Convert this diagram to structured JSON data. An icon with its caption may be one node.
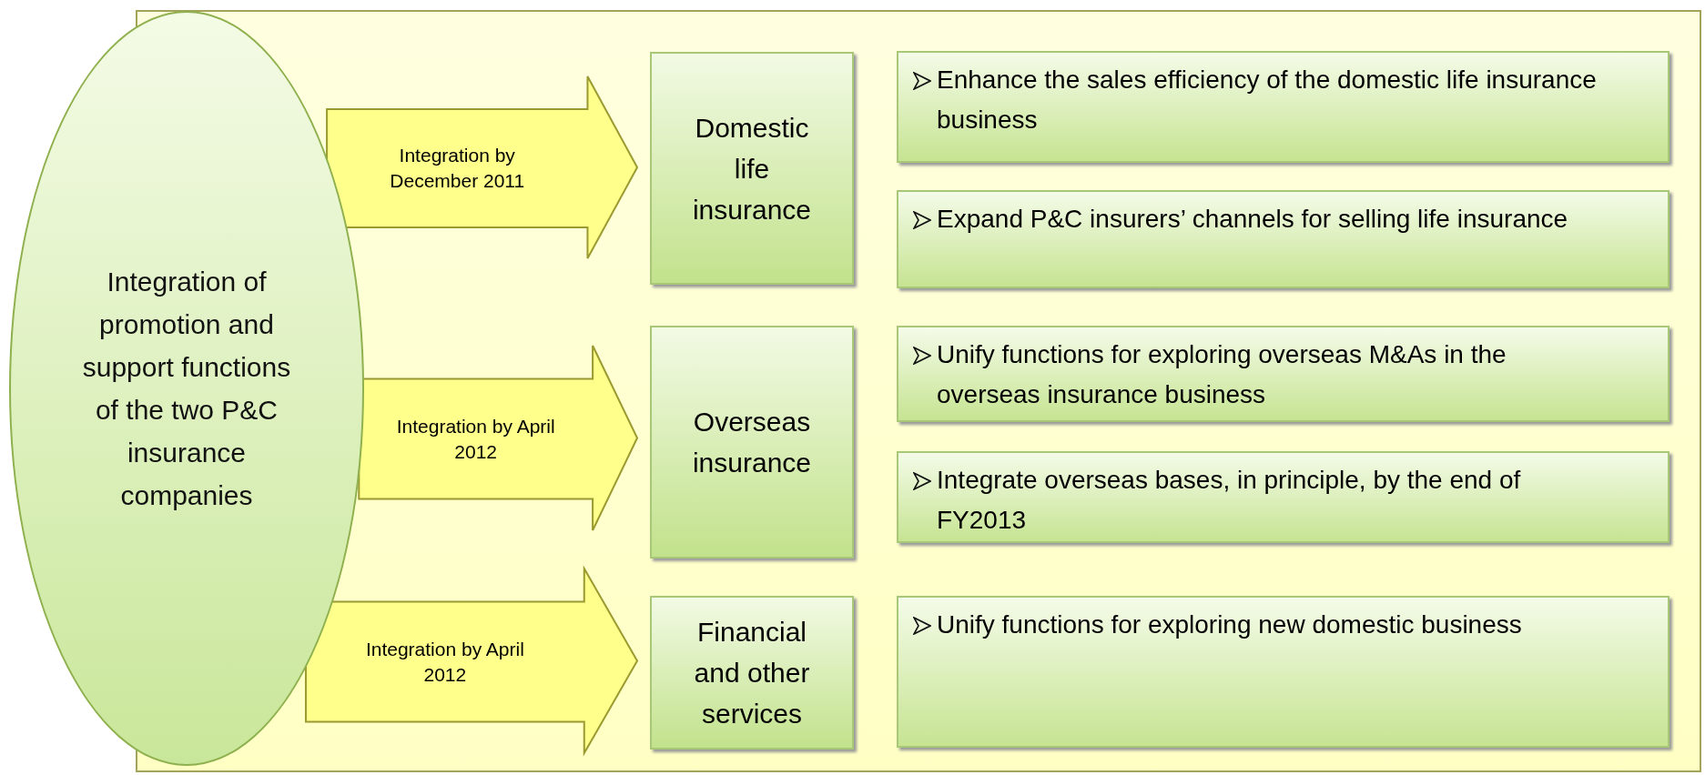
{
  "diagram": {
    "nodes": [
      {
        "text": [
          "Integration of promotion and support functions of the two P&C insurance companies"
        ]
      },
      {
        "text": [
          "Domestic life insurance"
        ]
      },
      {
        "text": [
          "Enhance the sales efficiency of the domestic life insurance business"
        ]
      },
      {
        "text": [
          "Expand P&C insurers’ channels for selling life insurance"
        ]
      },
      {
        "text": [
          "Overseas insurance"
        ]
      },
      {
        "text": [
          "Unify functions for exploring overseas M&As in the overseas insurance business"
        ]
      },
      {
        "text": [
          "Integrate overseas bases, in principle, by the end of FY2013"
        ]
      },
      {
        "text": [
          "Financial and other services"
        ]
      },
      {
        "text": [
          "Unify functions for exploring new domestic business"
        ]
      }
    ],
    "edges": [
      {
        "from": 0,
        "to": 1,
        "arrow": "to",
        "label": "Integration by December 2011"
      },
      {
        "from": 0,
        "to": 4,
        "arrow": "to",
        "label": "Integration by April 2012"
      },
      {
        "from": 0,
        "to": 7,
        "arrow": "to",
        "label": "Integration by April 2012"
      }
    ]
  }
}
